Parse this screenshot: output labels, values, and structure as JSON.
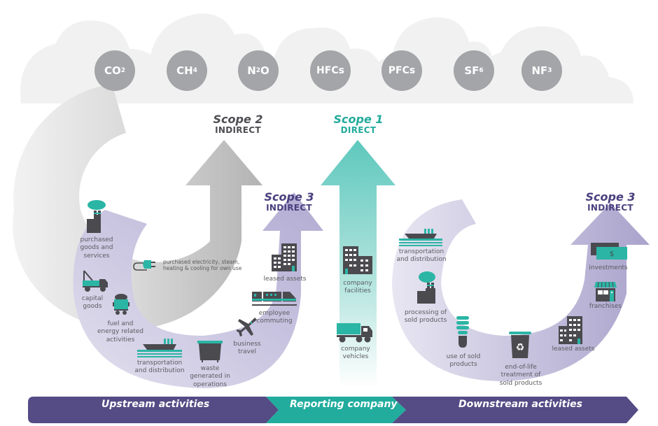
{
  "gases": [
    {
      "base": "CO",
      "sub": "2"
    },
    {
      "base": "CH",
      "sub": "4"
    },
    {
      "base": "N",
      "sub": "2",
      "tail": "O"
    },
    {
      "base": "HFCs",
      "sub": ""
    },
    {
      "base": "PFCs",
      "sub": ""
    },
    {
      "base": "SF",
      "sub": "6"
    },
    {
      "base": "NF",
      "sub": "3"
    }
  ],
  "scopes": {
    "scope2": {
      "title": "Scope 2",
      "subtitle": "INDIRECT"
    },
    "scope1": {
      "title": "Scope 1",
      "subtitle": "DIRECT"
    },
    "scope3_up": {
      "title": "Scope 3",
      "subtitle": "INDIRECT"
    },
    "scope3_down": {
      "title": "Scope 3",
      "subtitle": "INDIRECT"
    }
  },
  "scope2_items": {
    "electricity": "purchased electricity, steam,\nheating & cooling for own use"
  },
  "upstream_items": {
    "purchased_goods": "purchased\ngoods and\nservices",
    "capital_goods": "capital\ngoods",
    "fuel_energy": "fuel and\nenergy related\nactivities",
    "transportation": "transportation\nand distribution",
    "waste": "waste\ngenerated in\noperations",
    "business_travel": "business\ntravel",
    "employee_commuting": "employee\ncommuting",
    "leased_assets": "leased assets"
  },
  "company_items": {
    "facilities": "company\nfacilities",
    "vehicles": "company\nvehicles"
  },
  "downstream_items": {
    "transportation": "transportation\nand distribution",
    "processing": "processing of\nsold products",
    "use": "use of sold\nproducts",
    "end_of_life": "end-of-life\ntreatment of\nsold products",
    "leased_assets": "leased assets",
    "franchises": "franchises",
    "investments": "investments",
    "currency_symbol": "$"
  },
  "bottom_bar": {
    "upstream": "Upstream activities",
    "reporting": "Reporting company",
    "downstream": "Downstream activities"
  },
  "colors": {
    "teal": "#2bb5a5",
    "purple": "#5a4e8a",
    "gray": "#a3a5a8",
    "dark_icon": "#4a4a4f"
  }
}
